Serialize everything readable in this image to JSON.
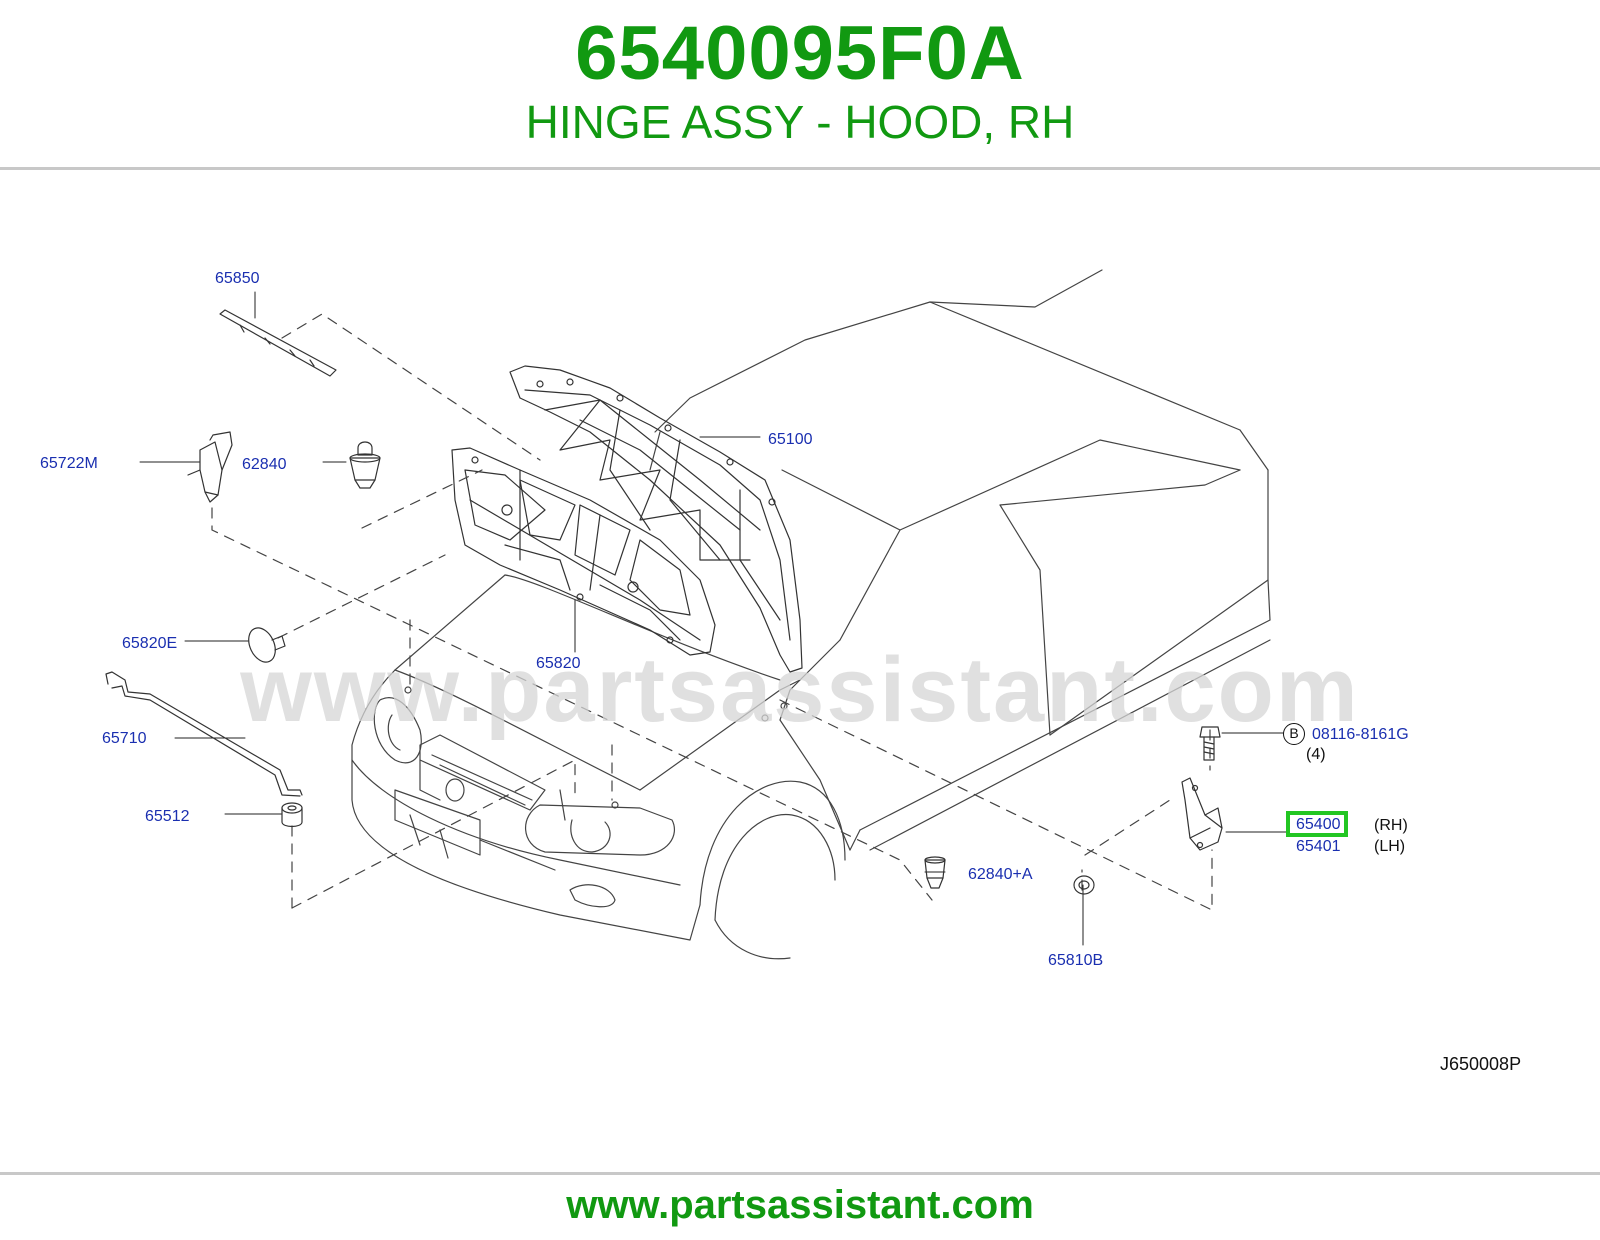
{
  "header": {
    "part_number": "6540095F0A",
    "description": "HINGE ASSY - HOOD, RH"
  },
  "watermark": "www.partsassistant.com",
  "footer": {
    "url": "www.partsassistant.com"
  },
  "diagram_code": "J650008P",
  "bolt_marker": "B",
  "highlight_part": "65400",
  "colors": {
    "title": "#119911",
    "label": "#1a2fb0",
    "highlight": "#22c622",
    "rule": "#c8c8c8"
  },
  "callouts": {
    "c65850": "65850",
    "c65722m": "65722M",
    "c62840": "62840",
    "c65100": "65100",
    "c65820e": "65820E",
    "c65820": "65820",
    "c65710": "65710",
    "c65512": "65512",
    "c08116": "08116-8161G",
    "c08116_qty": "(4)",
    "c65400": "65400",
    "c65400_side": "(RH)",
    "c65401": "65401",
    "c65401_side": "(LH)",
    "c62840a": "62840+A",
    "c65810b": "65810B"
  }
}
